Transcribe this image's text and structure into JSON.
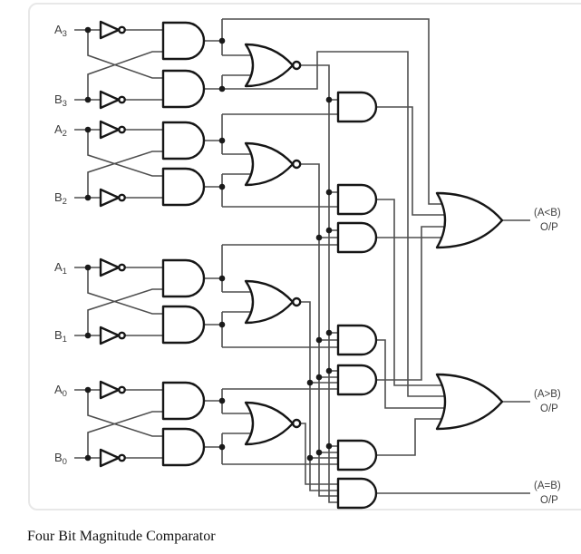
{
  "diagram": {
    "caption": "Four Bit Magnitude Comparator",
    "inputs": [
      {
        "letter": "A",
        "sub": "3"
      },
      {
        "letter": "B",
        "sub": "3"
      },
      {
        "letter": "A",
        "sub": "2"
      },
      {
        "letter": "B",
        "sub": "2"
      },
      {
        "letter": "A",
        "sub": "1"
      },
      {
        "letter": "B",
        "sub": "1"
      },
      {
        "letter": "A",
        "sub": "0"
      },
      {
        "letter": "B",
        "sub": "0"
      }
    ],
    "outputs": [
      {
        "label": "(A<B)",
        "op": "O/P"
      },
      {
        "label": "(A>B)",
        "op": "O/P"
      },
      {
        "label": "(A=B)",
        "op": "O/P"
      }
    ],
    "colors": {
      "wire": "#4f4f4f",
      "gate_outline": "#161616",
      "frame": "#e8e8e8",
      "text": "#3d3d3d",
      "background": "#ffffff"
    }
  }
}
